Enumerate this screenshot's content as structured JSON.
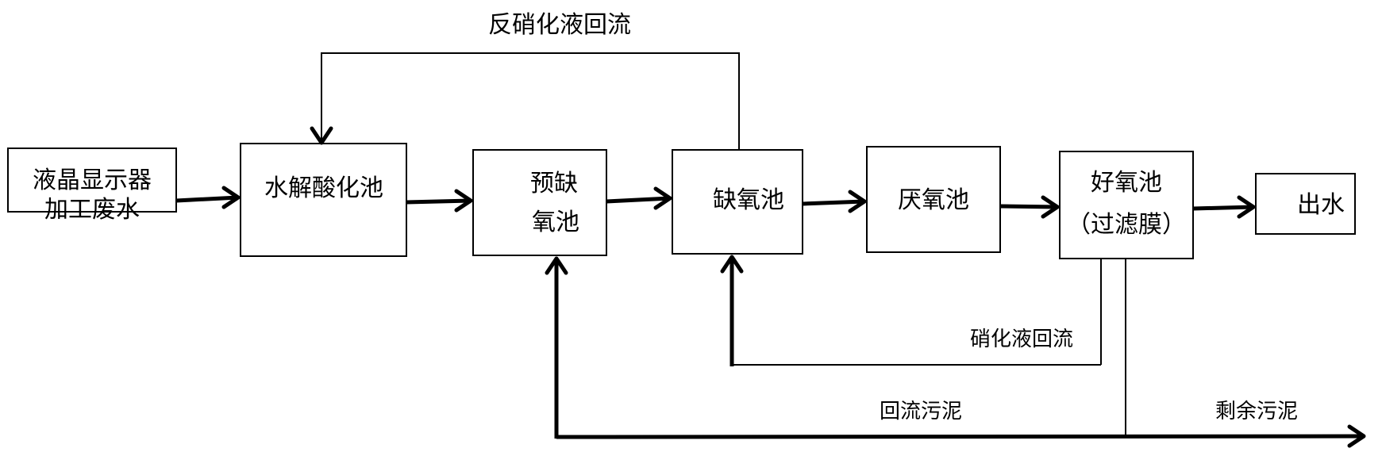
{
  "nodes": {
    "source_line1": "液晶显示器",
    "source_line2": "加工废水",
    "hydrolysis": "水解酸化池",
    "pre_anoxic_line1": "预缺",
    "pre_anoxic_line2": "氧池",
    "anoxic": "缺氧池",
    "anaerobic": "厌氧池",
    "aerobic_line1": "好氧池",
    "aerobic_line2": "（过滤膜）",
    "effluent": "出水"
  },
  "flows": {
    "denitrification_return": "反硝化液回流",
    "nitrification_return": "硝化液回流",
    "sludge_return": "回流污泥",
    "excess_sludge": "剩余污泥"
  }
}
